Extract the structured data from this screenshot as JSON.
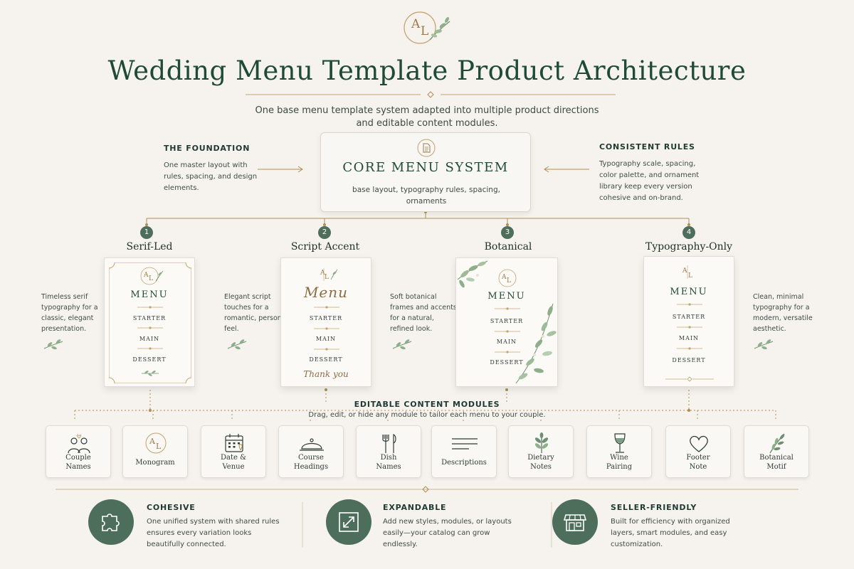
{
  "header": {
    "logo_left": "A",
    "logo_right": "L",
    "title": "Wedding Menu Template Product Architecture",
    "subtitle_line1": "One base menu template system adapted into multiple product directions",
    "subtitle_line2": "and editable content modules."
  },
  "foundation": {
    "heading": "THE FOUNDATION",
    "body": "One master layout with rules, spacing, and design elements."
  },
  "core": {
    "title": "CORE MENU SYSTEM",
    "description": "base layout, typography rules, spacing, ornaments"
  },
  "rules": {
    "heading": "CONSISTENT RULES",
    "body": "Typography scale, spacing, color palette, and ornament library keep every version cohesive and on-brand."
  },
  "variants": [
    {
      "number": "1",
      "label": "Serif-Led",
      "menu_title": "MENU",
      "courses": [
        "STARTER",
        "MAIN",
        "DESSERT"
      ],
      "description": "Timeless serif typography for a classic, elegant presentation."
    },
    {
      "number": "2",
      "label": "Script Accent",
      "menu_title": "Menu",
      "courses": [
        "STARTER",
        "MAIN",
        "DESSERT"
      ],
      "closing": "Thank you",
      "description": "Elegant script touches for a romantic, personal feel."
    },
    {
      "number": "3",
      "label": "Botanical",
      "menu_title": "MENU",
      "courses": [
        "STARTER",
        "MAIN",
        "DESSERT"
      ],
      "description": "Soft botanical frames and accents for a natural, refined look."
    },
    {
      "number": "4",
      "label": "Typography-Only",
      "menu_title": "MENU",
      "courses": [
        "STARTER",
        "MAIN",
        "DESSERT"
      ],
      "description": "Clean, minimal typography for a modern, versatile aesthetic."
    }
  ],
  "modules": {
    "heading": "EDITABLE CONTENT MODULES",
    "subheading": "Drag, edit, or hide any module to tailor each menu to your couple.",
    "items": [
      {
        "line1": "Couple",
        "line2": "Names",
        "icon": "couple-icon"
      },
      {
        "line1": "Monogram",
        "line2": "",
        "icon": "monogram-icon"
      },
      {
        "line1": "Date &",
        "line2": "Venue",
        "icon": "calendar-icon"
      },
      {
        "line1": "Course",
        "line2": "Headings",
        "icon": "cloche-icon"
      },
      {
        "line1": "Dish",
        "line2": "Names",
        "icon": "cutlery-icon"
      },
      {
        "line1": "Descriptions",
        "line2": "",
        "icon": "text-lines-icon"
      },
      {
        "line1": "Dietary",
        "line2": "Notes",
        "icon": "leaf-icon"
      },
      {
        "line1": "Wine",
        "line2": "Pairing",
        "icon": "wine-glass-icon"
      },
      {
        "line1": "Footer",
        "line2": "Note",
        "icon": "heart-icon"
      },
      {
        "line1": "Botanical",
        "line2": "Motif",
        "icon": "sprig-icon"
      }
    ]
  },
  "benefits": [
    {
      "heading": "COHESIVE",
      "body": "One unified system with shared rules ensures every variation looks beautifully connected.",
      "icon": "puzzle-icon"
    },
    {
      "heading": "EXPANDABLE",
      "body": "Add new styles, modules, or layouts easily—your catalog can grow endlessly.",
      "icon": "expand-icon"
    },
    {
      "heading": "SELLER-FRIENDLY",
      "body": "Built for efficiency with organized layers, smart modules, and easy customization.",
      "icon": "storefront-icon"
    }
  ],
  "colors": {
    "primary_green": "#1f4a38",
    "sage": "#4e6e5c",
    "gold": "#b08d57",
    "background": "#f6f3ee"
  }
}
